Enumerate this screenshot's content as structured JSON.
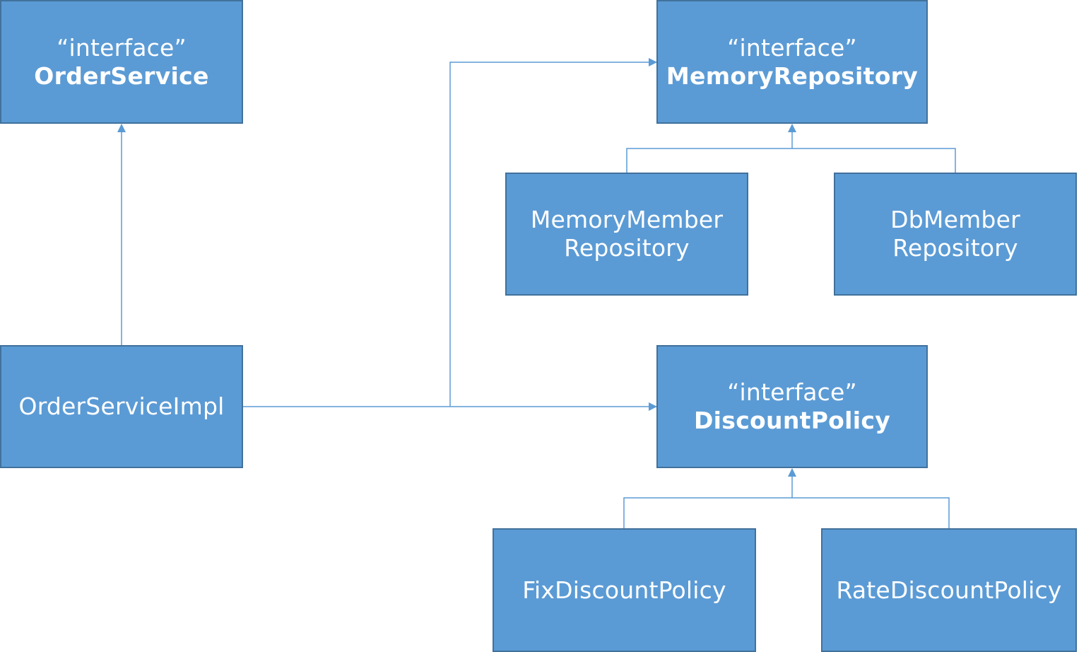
{
  "diagram": {
    "colors": {
      "box_fill": "#5b9bd5",
      "box_border": "#41719c",
      "connector": "#5b9bd5",
      "text": "#ffffff"
    },
    "nodes": {
      "order_service": {
        "stereotype": "“interface”",
        "name": "OrderService"
      },
      "memory_repository": {
        "stereotype": "“interface”",
        "name": "MemoryRepository"
      },
      "memory_member_repository": {
        "line1": "MemoryMember",
        "line2": "Repository"
      },
      "db_member_repository": {
        "line1": "DbMember",
        "line2": "Repository"
      },
      "order_service_impl": {
        "name": "OrderServiceImpl"
      },
      "discount_policy": {
        "stereotype": "“interface”",
        "name": "DiscountPolicy"
      },
      "fix_discount_policy": {
        "name": "FixDiscountPolicy"
      },
      "rate_discount_policy": {
        "name": "RateDiscountPolicy"
      }
    },
    "edges": [
      {
        "from": "order_service_impl",
        "to": "order_service",
        "kind": "implements"
      },
      {
        "from": "memory_member_repository",
        "to": "memory_repository",
        "kind": "implements"
      },
      {
        "from": "db_member_repository",
        "to": "memory_repository",
        "kind": "implements"
      },
      {
        "from": "fix_discount_policy",
        "to": "discount_policy",
        "kind": "implements"
      },
      {
        "from": "rate_discount_policy",
        "to": "discount_policy",
        "kind": "implements"
      },
      {
        "from": "order_service_impl",
        "to": "memory_repository",
        "kind": "depends"
      },
      {
        "from": "order_service_impl",
        "to": "discount_policy",
        "kind": "depends"
      }
    ]
  }
}
